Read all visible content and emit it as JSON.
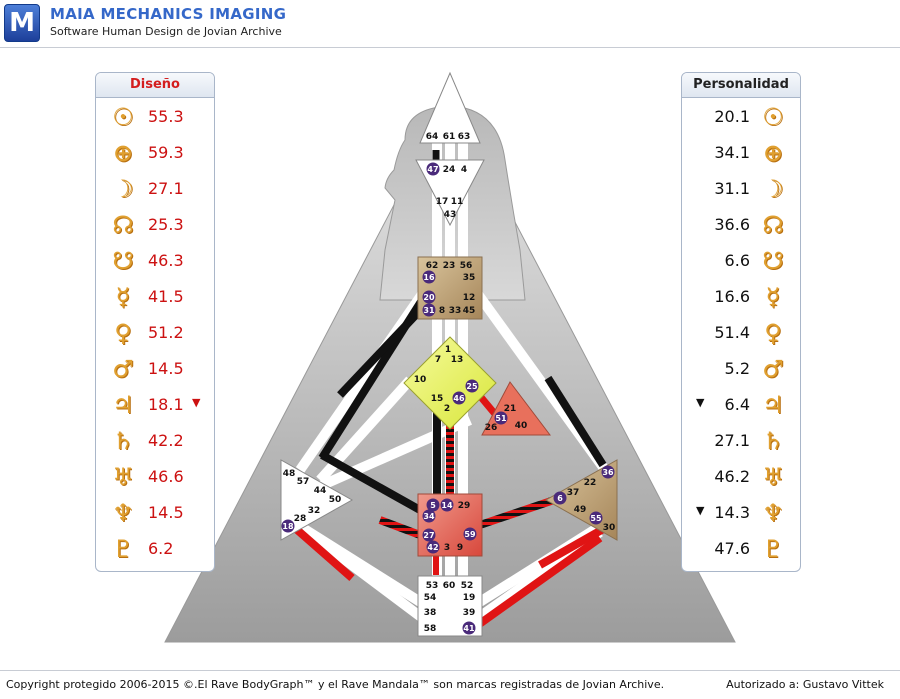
{
  "header": {
    "logo_letter": "M",
    "title": "MAIA MECHANICS IMAGING",
    "subtitle": "Software Human Design de Jovian Archive"
  },
  "design": {
    "title": "Diseño",
    "rows": [
      {
        "icon": "sun-icon",
        "glyph": "☉",
        "value": "55.3"
      },
      {
        "icon": "earth-icon",
        "glyph": "⊕",
        "value": "59.3"
      },
      {
        "icon": "moon-icon",
        "glyph": "☽",
        "value": "27.1"
      },
      {
        "icon": "north-node-icon",
        "glyph": "☊",
        "value": "25.3"
      },
      {
        "icon": "south-node-icon",
        "glyph": "☋",
        "value": "46.3"
      },
      {
        "icon": "mercury-icon",
        "glyph": "☿",
        "value": "41.5"
      },
      {
        "icon": "venus-icon",
        "glyph": "♀",
        "value": "51.2"
      },
      {
        "icon": "mars-icon",
        "glyph": "♂",
        "value": "14.5"
      },
      {
        "icon": "jupiter-icon",
        "glyph": "♃",
        "value": "18.1",
        "arrow": "▼"
      },
      {
        "icon": "saturn-icon",
        "glyph": "♄",
        "value": "42.2"
      },
      {
        "icon": "uranus-icon",
        "glyph": "♅",
        "value": "46.6"
      },
      {
        "icon": "neptune-icon",
        "glyph": "♆",
        "value": "14.5"
      },
      {
        "icon": "pluto-icon",
        "glyph": "♇",
        "value": "6.2"
      }
    ]
  },
  "personality": {
    "title": "Personalidad",
    "rows": [
      {
        "icon": "sun-icon",
        "glyph": "☉",
        "value": "20.1"
      },
      {
        "icon": "earth-icon",
        "glyph": "⊕",
        "value": "34.1"
      },
      {
        "icon": "moon-icon",
        "glyph": "☽",
        "value": "31.1"
      },
      {
        "icon": "north-node-icon",
        "glyph": "☊",
        "value": "36.6"
      },
      {
        "icon": "south-node-icon",
        "glyph": "☋",
        "value": "6.6"
      },
      {
        "icon": "mercury-icon",
        "glyph": "☿",
        "value": "16.6"
      },
      {
        "icon": "venus-icon",
        "glyph": "♀",
        "value": "51.4"
      },
      {
        "icon": "mars-icon",
        "glyph": "♂",
        "value": "5.2"
      },
      {
        "icon": "jupiter-icon",
        "glyph": "♃",
        "value": "6.4",
        "arrow": "▼"
      },
      {
        "icon": "saturn-icon",
        "glyph": "♄",
        "value": "27.1"
      },
      {
        "icon": "uranus-icon",
        "glyph": "♅",
        "value": "46.2"
      },
      {
        "icon": "neptune-icon",
        "glyph": "♆",
        "value": "14.3",
        "arrow": "▼"
      },
      {
        "icon": "pluto-icon",
        "glyph": "♇",
        "value": "47.6"
      }
    ]
  },
  "bodygraph": {
    "head_gates": [
      "64",
      "61",
      "63"
    ],
    "ajna_gates": [
      "47",
      "24",
      "4",
      "17",
      "11",
      "43"
    ],
    "throat_gates": [
      "62",
      "23",
      "56",
      "16",
      "35",
      "20",
      "12",
      "31",
      "8",
      "33",
      "45"
    ],
    "g_gates": [
      "1",
      "7",
      "13",
      "10",
      "25",
      "15",
      "46",
      "2"
    ],
    "ego_gates": [
      "21",
      "51",
      "26",
      "40"
    ],
    "spleen_gates": [
      "48",
      "57",
      "44",
      "50",
      "32",
      "28",
      "18"
    ],
    "sacral_gates": [
      "5",
      "14",
      "29",
      "34",
      "27",
      "59",
      "42",
      "3",
      "9"
    ],
    "solar_gates": [
      "36",
      "22",
      "37",
      "6",
      "49",
      "55",
      "30"
    ],
    "root_gates": [
      "53",
      "60",
      "52",
      "54",
      "19",
      "38",
      "39",
      "58",
      "41"
    ],
    "highlighted_gates": [
      "47",
      "16",
      "20",
      "31",
      "25",
      "46",
      "51",
      "5",
      "14",
      "34",
      "27",
      "59",
      "42",
      "18",
      "36",
      "6",
      "55",
      "41"
    ],
    "colors": {
      "design": "#e01414",
      "personality": "#000000",
      "g_center": "#e6f25a",
      "ego_center": "#e8705c",
      "sacral_center": "#e05a5a",
      "throat_center": "#b99a6e",
      "solar_center": "#b99a6e"
    }
  },
  "footer": {
    "copyright": "Copyright protegido 2006-2015 ©.El Rave BodyGraph™ y el Rave Mandala™ son marcas registradas de Jovian Archive.",
    "authorized": "Autorizado a: Gustavo Vittek"
  }
}
